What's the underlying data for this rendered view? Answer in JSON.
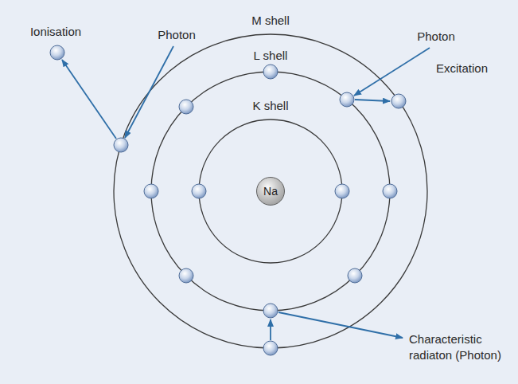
{
  "diagram": {
    "nodes": [
      {
        "text": [
          "Na"
        ]
      }
    ],
    "labels": [
      "Ionisation",
      "Photon",
      "M shell",
      "Photon",
      "Excitation",
      "L shell",
      "K shell",
      "Characteristic radiaton (Photon)"
    ]
  }
}
